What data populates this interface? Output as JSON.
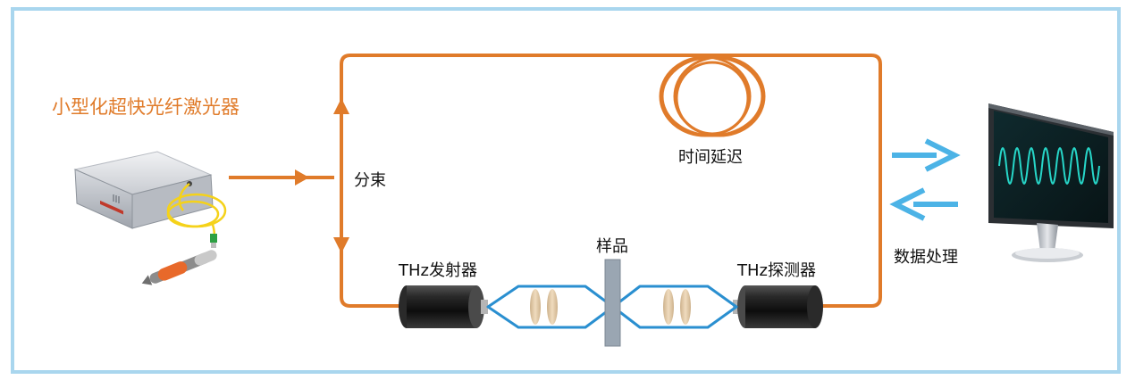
{
  "labels": {
    "laser": "小型化超快光纤激光器",
    "split": "分束",
    "delay": "时间延迟",
    "sample": "样品",
    "emitter": "THz发射器",
    "detector": "THz探测器",
    "data": "数据处理"
  },
  "colors": {
    "frame": "#a9d6ee",
    "laser_path": "#e07b2a",
    "thz_beam": "#2a8fd0",
    "data_arrows": "#4cb3e6",
    "lens": "#e2c9a6",
    "sample_plate": "#9aa6b2",
    "module_body": "#1a1a1a"
  },
  "icons": {
    "laser_device": "fiber-laser-box-icon",
    "delay_coil": "fiber-coil-icon",
    "monitor": "oscilloscope-monitor-icon",
    "emitter": "thz-emitter-module-icon",
    "detector": "thz-detector-module-icon"
  }
}
